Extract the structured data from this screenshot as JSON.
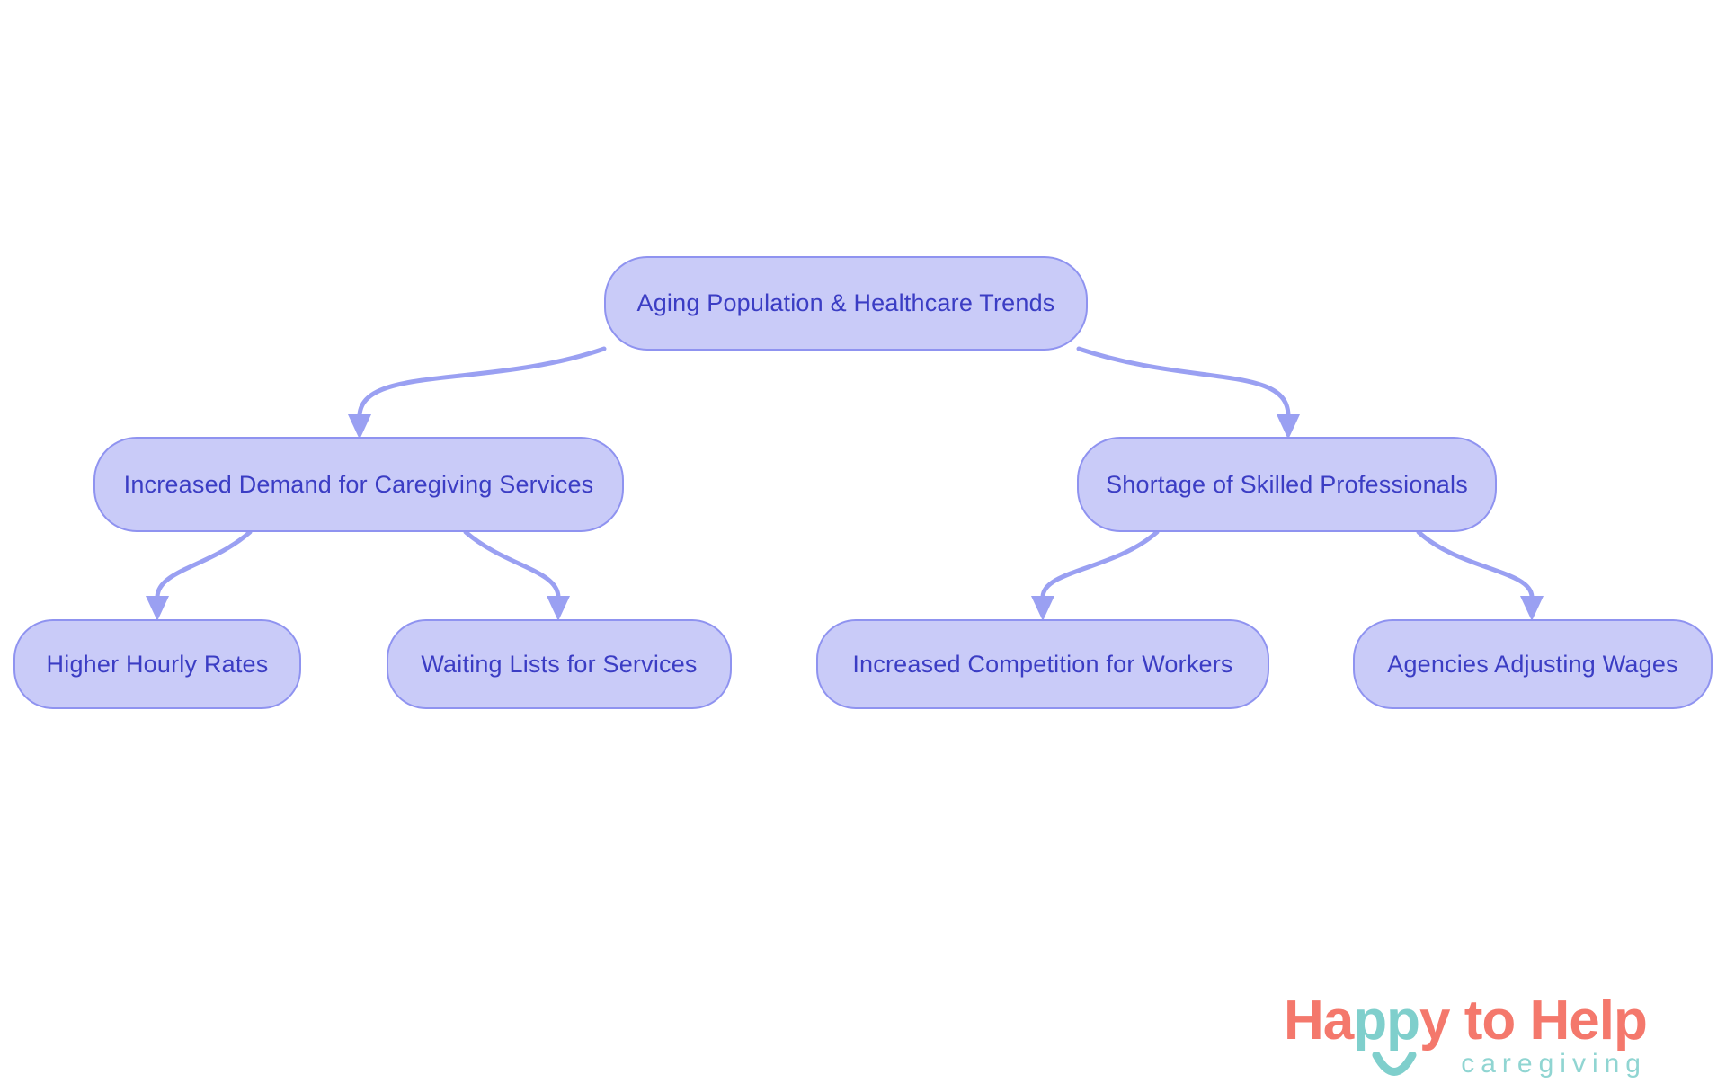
{
  "diagram": {
    "nodes": {
      "root": {
        "label": "Aging Population & Healthcare Trends"
      },
      "demand": {
        "label": "Increased Demand for Caregiving Services"
      },
      "shortage": {
        "label": "Shortage of Skilled Professionals"
      },
      "rates": {
        "label": "Higher Hourly Rates"
      },
      "waiting": {
        "label": "Waiting Lists for Services"
      },
      "competition": {
        "label": "Increased Competition for Workers"
      },
      "wages": {
        "label": "Agencies Adjusting Wages"
      }
    },
    "edges": [
      {
        "from": "root",
        "to": "demand"
      },
      {
        "from": "root",
        "to": "shortage"
      },
      {
        "from": "demand",
        "to": "rates"
      },
      {
        "from": "demand",
        "to": "waiting"
      },
      {
        "from": "shortage",
        "to": "competition"
      },
      {
        "from": "shortage",
        "to": "wages"
      }
    ],
    "colors": {
      "node_fill": "#c9cbf8",
      "node_border": "#8f93f0",
      "node_text": "#3b3dc4",
      "edge": "#9aa0f2",
      "background": "#ffffff"
    }
  },
  "logo": {
    "title_parts": [
      {
        "text": "Ha"
      },
      {
        "text": "pp"
      },
      {
        "text": "y to Help"
      }
    ],
    "subtitle": "caregiving",
    "colors": {
      "coral": "#f4786c",
      "teal": "#7fcfcc"
    }
  }
}
